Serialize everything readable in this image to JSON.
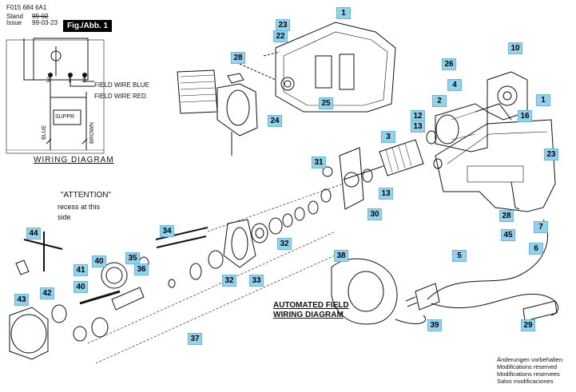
{
  "header": {
    "doc_number": "F015 684 6A1",
    "stand_label": "Stand",
    "issue_label": "Issue",
    "old_date": "99-02",
    "date": "99-03-23",
    "figure_label": "Fig./Abb. 1"
  },
  "wiring": {
    "title": "WIRING DIAGRAM",
    "field_wire_blue": "FIELD WIRE BLUE",
    "field_wire_red": "FIELD WIRE RED",
    "suppressor_label": "SUPPR",
    "terminal_labels": [
      "3",
      "1",
      "2"
    ],
    "lead_blue": "BLUE",
    "lead_brown": "BROWN"
  },
  "attention": {
    "title": "\"ATTENTION\"",
    "line1": "recess at this",
    "line2": "side"
  },
  "automated_field": {
    "line1": "AUTOMATED FIELD",
    "line2": "WIRING DIAGRAM"
  },
  "callouts": [
    "1",
    "22",
    "23",
    "28",
    "26",
    "4",
    "25",
    "24",
    "2",
    "10",
    "1",
    "16",
    "12",
    "13",
    "3",
    "23",
    "31",
    "13",
    "30",
    "28",
    "7",
    "45",
    "6",
    "5",
    "38",
    "39",
    "29",
    "34",
    "32",
    "33",
    "44",
    "35",
    "40",
    "36",
    "41",
    "40",
    "42",
    "43",
    "37"
  ],
  "footer": {
    "line1": "Änderungen vorbehalten",
    "line2": "Modifications reserved",
    "line3": "Modifications reservees",
    "line4": "Salvo modificaciones"
  }
}
